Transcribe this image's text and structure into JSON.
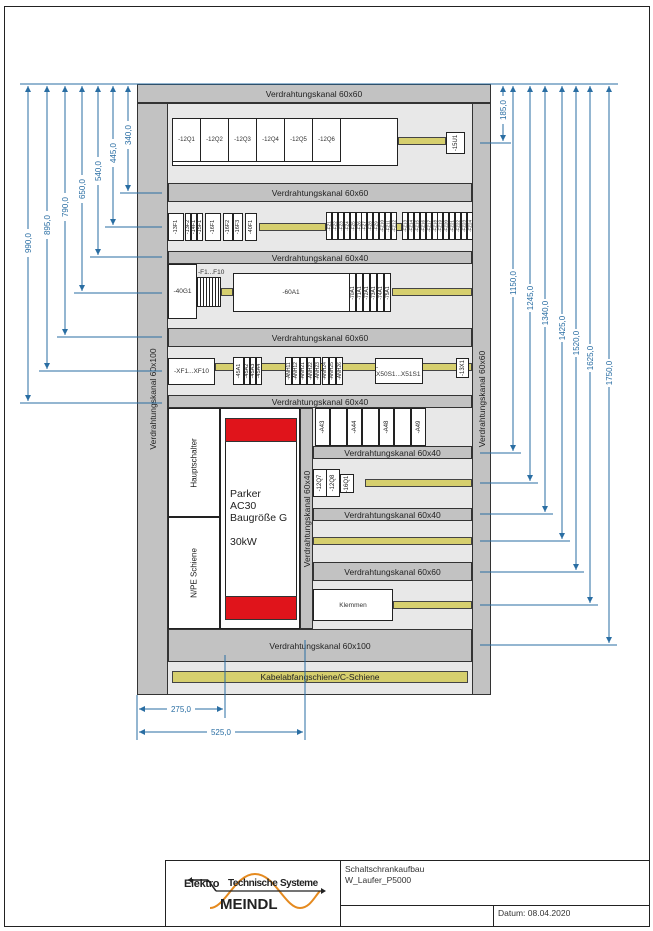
{
  "ducts": {
    "top": "Verdrahtungskanal 60x60",
    "row2": "Verdrahtungskanal 60x60",
    "row3": "Verdrahtungskanal 60x40",
    "row4": "Verdrahtungskanal 60x60",
    "row5": "Verdrahtungskanal 60x40",
    "left_vertical": "Verdrahtungskanal 60x100",
    "right_vertical": "Verdrahtungskanal 60x60",
    "inner_vertical": "Verdrahtungskanal 60x40",
    "right_a": "Verdrahtungskanal 60x40",
    "right_b": "Verdrahtungskanal 60x40",
    "right_c": "Verdrahtungskanal 60x60",
    "bottom": "Verdrahtungskanal 60x100"
  },
  "row1": {
    "breakers": [
      "-12Q1",
      "-12Q2",
      "-12Q3",
      "-12Q4",
      "-12Q5",
      "-12Q6"
    ],
    "end_device": "-15U1"
  },
  "row2": {
    "devices": [
      "-13F1",
      "-13F2",
      "-14F1",
      "-15F1",
      "-16F1",
      "-16F2",
      "-16F3",
      "-40F1"
    ],
    "terminals_a": [
      "-FZ1",
      "-FZ2",
      "-FZ3",
      "-FZ4",
      "-FZ5",
      "-FZ6",
      "-FZ7",
      "-FZ8",
      "-FZ9",
      "-FZ10",
      "-FZ11",
      "-FZ12"
    ],
    "terminals_b": [
      "-FZ13",
      "-FZ14",
      "-FZ15",
      "-FZ16",
      "-FZ17",
      "-FZ18",
      "-FZ19",
      "-FZ20",
      "-FZ21",
      "-FZ22",
      "-FZ23",
      "-FZ24"
    ]
  },
  "row3": {
    "supply": "-40G1",
    "fuses": "-F1...F10",
    "controller": "-60A1",
    "modules": [
      "-70A1",
      "-71A1",
      "-72A1",
      "-73A1",
      "-74A1",
      "-75A1"
    ]
  },
  "row4": {
    "xf": "-XF1...XF10",
    "modules_45": [
      "-45A1",
      "-45A2",
      "-45A3",
      "-45A4"
    ],
    "anh": [
      "-ANH11",
      "-ANH12",
      "-ANH21",
      "-ANH22",
      "-ANH23",
      "-ANH24",
      "-ANH25",
      "-ANH26"
    ],
    "x50": "-X50S1...X51S1",
    "end": "-13X1"
  },
  "lower": {
    "main_switch": "Hauptschalter",
    "npe": "N/PE Schiene",
    "drive_lines": [
      "Parker",
      "AC30",
      "Baugröße G",
      "",
      "30kW"
    ],
    "a_modules": [
      "-A43",
      "-A44",
      "-A48",
      "-A49"
    ],
    "q_devices": [
      "-12Q7",
      "-12Q8",
      "-16Q1"
    ],
    "terminals": "Klemmen",
    "cable_rail": "Kabelabfangschiene/C-Schiene"
  },
  "dimensions": {
    "left": [
      "340,0",
      "445,0",
      "540,0",
      "650,0",
      "790,0",
      "895,0",
      "990,0"
    ],
    "right": [
      "185,0",
      "1150,0",
      "1245,0",
      "1340,0",
      "1425,0",
      "1520,0",
      "1625,0",
      "1750,0"
    ],
    "bottom": [
      "275,0",
      "525,0"
    ]
  },
  "title_block": {
    "logo_words": [
      "Elektro",
      "Technische",
      "Systeme",
      "MEINDL"
    ],
    "title": "Schaltschrankaufbau",
    "project": "W_Laufer_P5000",
    "date": "Datum: 08.04.2020"
  },
  "colors": {
    "dimension": "#2a6ea3",
    "rail": "#d6cf6e",
    "drive_red": "#e0141b",
    "duct": "#c2c2c2"
  }
}
